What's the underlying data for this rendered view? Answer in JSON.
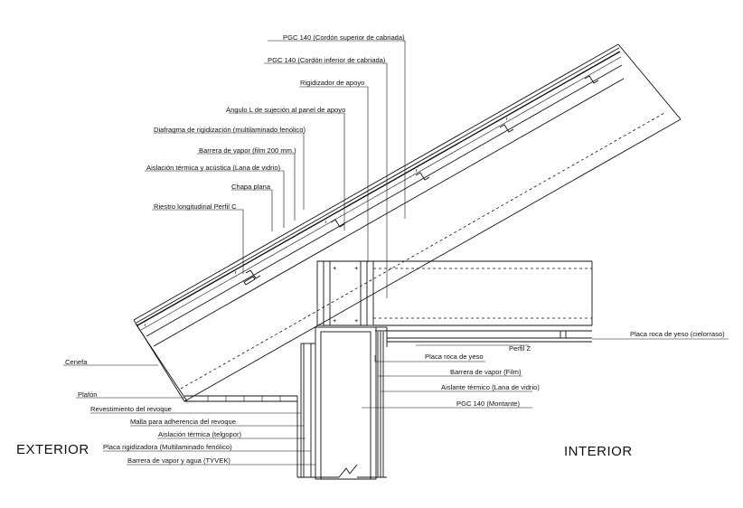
{
  "labels": {
    "pgc_superior": "PGC 140 (Cordón superior de cabriada)",
    "pgc_inferior": "PGC 140 (Cordón inferior de cabriada)",
    "rigidizador": "Rigidizador de apoyo",
    "angulo_l": "Ángulo L de sujeción al panel de apoyo",
    "diafragma": "Diafragma de rigidización (multilaminado fenólico)",
    "barrera_vapor_film": "Barrera de vapor (film 200 mm.)",
    "aislacion_termica": "Aislación térmica y acústica (Lana de vidrio)",
    "chapa_plana": "Chapa plana",
    "riestro": "Riestro longitudinal Perfil C",
    "cenefa": "Cenefa",
    "plafon": "Plafón",
    "revestimiento": "Revestimiento del revoque",
    "malla": "Malla para adherencia del revoque",
    "aislacion_telgopor": "Aislación térmica (telgopor)",
    "placa_rigidizadora": "Placa rigidizadora (Multilaminado fenólico)",
    "barrera_tyvek": "Barrera de vapor y agua (TYVEK)",
    "placa_cielorraso": "Placa roca de yeso (cielorraso)",
    "perfil_z": "Perfil Z",
    "placa_yeso": "Placa roca de yeso",
    "barrera_film": "Barrera de vapor (Film)",
    "aislante_termico": "Aislante térmico (Lana de vidrio)",
    "pgc_montante": "PGC 140 (Montante)",
    "exterior": "EXTERIOR",
    "interior": "INTERIOR"
  }
}
